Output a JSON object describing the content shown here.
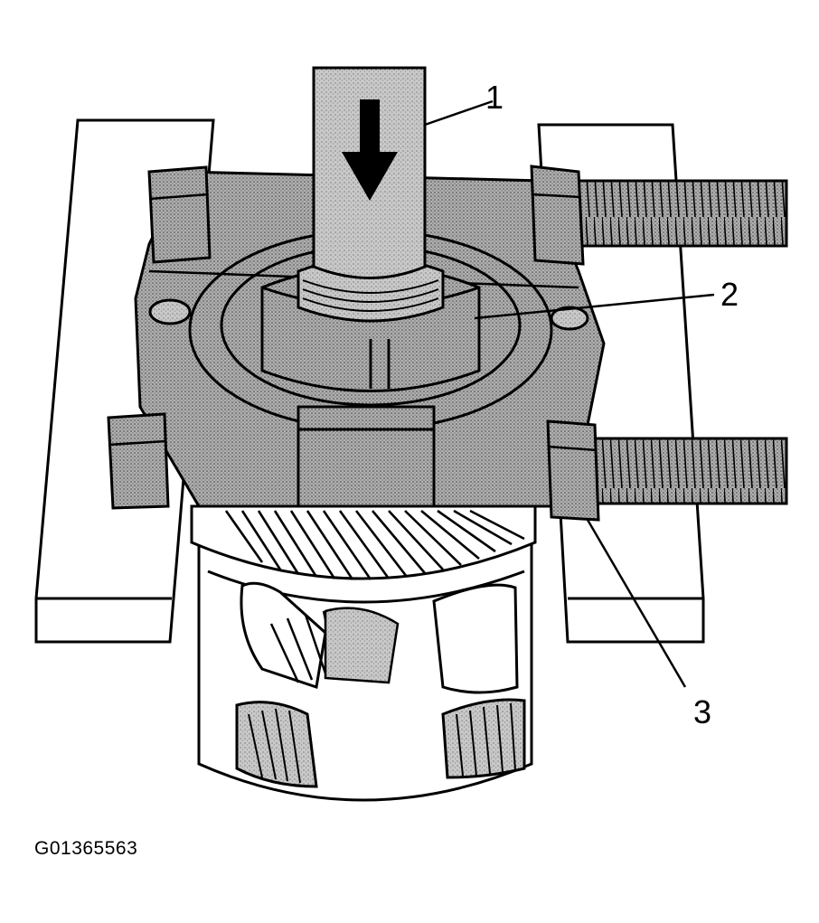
{
  "diagram": {
    "callouts": [
      {
        "id": "1",
        "label": "1"
      },
      {
        "id": "2",
        "label": "2"
      },
      {
        "id": "3",
        "label": "3"
      }
    ],
    "figure_id": "G01365563",
    "colors": {
      "ink": "#000000",
      "paper": "#ffffff",
      "shade": "#8c8c8c",
      "light_shade": "#c8c8c8"
    }
  }
}
